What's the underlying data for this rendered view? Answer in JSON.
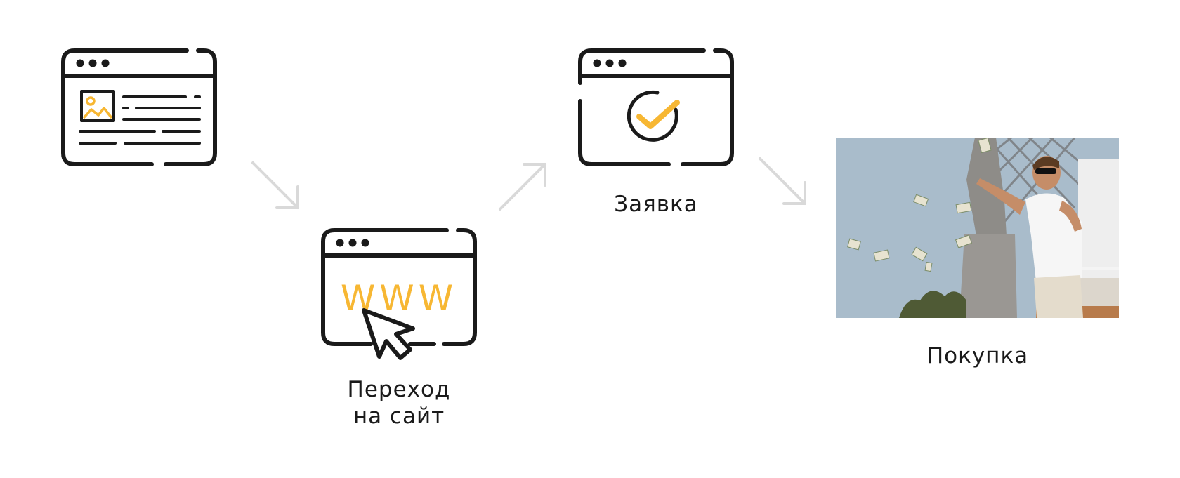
{
  "steps": [
    {
      "id": "ad",
      "icon": "web-page-ad-icon",
      "label": ""
    },
    {
      "id": "visit",
      "icon": "www-cursor-icon",
      "label_lines": [
        "Переход",
        "на сайт"
      ]
    },
    {
      "id": "lead",
      "icon": "check-window-icon",
      "label": "Заявка"
    },
    {
      "id": "purchase",
      "icon": "photo-money-throw",
      "label": "Покупка"
    }
  ],
  "www_text": "WWW",
  "colors": {
    "stroke": "#1a1a1a",
    "accent": "#f7b733",
    "arrow": "#d9d9d9",
    "sky": "#a9bccb"
  }
}
